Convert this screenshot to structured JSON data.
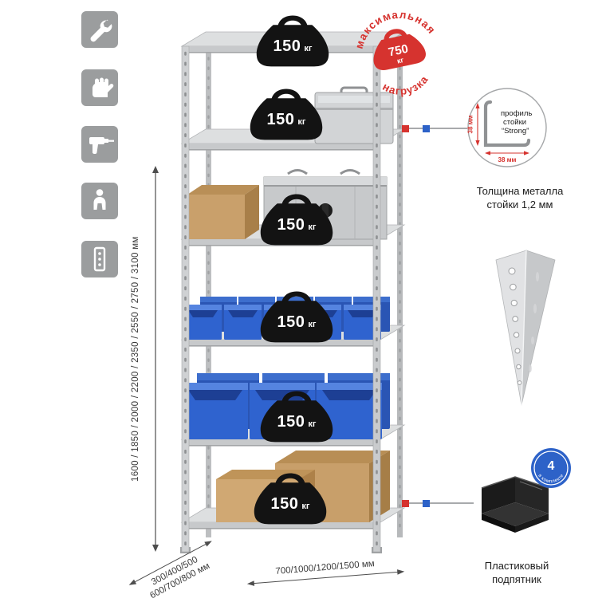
{
  "icons": [
    {
      "name": "wrench"
    },
    {
      "name": "glove"
    },
    {
      "name": "drill"
    },
    {
      "name": "person"
    },
    {
      "name": "post-profile"
    }
  ],
  "shelf_weights": [
    {
      "value": "150",
      "unit": "кг"
    },
    {
      "value": "150",
      "unit": "кг"
    },
    {
      "value": "150",
      "unit": "кг"
    },
    {
      "value": "150",
      "unit": "кг"
    },
    {
      "value": "150",
      "unit": "кг"
    },
    {
      "value": "150",
      "unit": "кг"
    }
  ],
  "stamp": {
    "text_top": "максимальная",
    "text_bottom": "нагрузка",
    "value": "750",
    "unit": "кг",
    "color": "#d6332f"
  },
  "dimensions": {
    "height_label": "1600 / 1850 / 2000 / 2200 / 2350 / 2550 / 2750 / 3100 мм",
    "depth_line1": "300/400/500",
    "depth_line2": "600/700/800 мм",
    "width_label": "700/1000/1200/1500 мм"
  },
  "profile_callout": {
    "line1": "профиль",
    "line2": "стойки",
    "line3": "“Strong”",
    "dim_v": "38 мм",
    "dim_h": "38 мм"
  },
  "thickness_caption": {
    "line1": "Толщина металла",
    "line2": "стойки 1,2 мм"
  },
  "foot": {
    "badge_value": "4",
    "badge_text": "в комплекте",
    "caption_line1": "Пластиковый",
    "caption_line2": "подпятник"
  },
  "colors": {
    "accent_red": "#d6332f",
    "accent_blue": "#2d62c8",
    "metal_gray": "#c9cbcd",
    "bin_blue": "#2f63cf",
    "cardboard": "#c89f6a"
  }
}
